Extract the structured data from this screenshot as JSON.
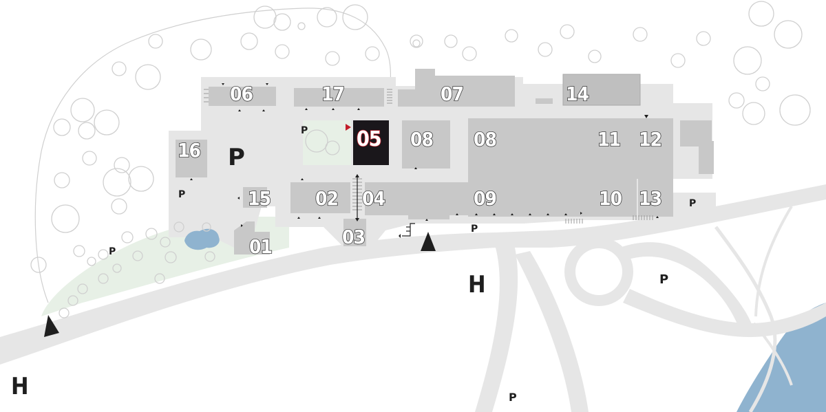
{
  "map": {
    "buildings": [
      {
        "id": "06",
        "label": "06",
        "selected": false
      },
      {
        "id": "17",
        "label": "17",
        "selected": false
      },
      {
        "id": "07",
        "label": "07",
        "selected": false
      },
      {
        "id": "14",
        "label": "14",
        "selected": false
      },
      {
        "id": "16",
        "label": "16",
        "selected": false
      },
      {
        "id": "05",
        "label": "05",
        "selected": true
      },
      {
        "id": "08a",
        "label": "08",
        "selected": false
      },
      {
        "id": "08b",
        "label": "08",
        "selected": false
      },
      {
        "id": "11",
        "label": "11",
        "selected": false
      },
      {
        "id": "12",
        "label": "12",
        "selected": false
      },
      {
        "id": "15",
        "label": "15",
        "selected": false
      },
      {
        "id": "02",
        "label": "02",
        "selected": false
      },
      {
        "id": "04",
        "label": "04",
        "selected": false
      },
      {
        "id": "09",
        "label": "09",
        "selected": false
      },
      {
        "id": "10",
        "label": "10",
        "selected": false
      },
      {
        "id": "13",
        "label": "13",
        "selected": false
      },
      {
        "id": "01",
        "label": "01",
        "selected": false
      },
      {
        "id": "03",
        "label": "03",
        "selected": false
      }
    ],
    "parking": [
      "P",
      "P",
      "P",
      "P",
      "P",
      "P",
      "P",
      "P"
    ],
    "bus_stops": [
      "H",
      "H"
    ],
    "colors": {
      "building": "#c8c8c8",
      "ground": "#e6e6e6",
      "road": "#e8e8e8",
      "green": "#e7f0e6",
      "selected": "#1a171b",
      "selected_accent": "#c21e2a",
      "water": "#8fb3cf",
      "tree_outline": "#cfcfcf"
    },
    "icons": [
      "entrance-triangle-icon",
      "door-arrow-icon",
      "stairs-icon",
      "elevator-arrow-icon"
    ]
  }
}
